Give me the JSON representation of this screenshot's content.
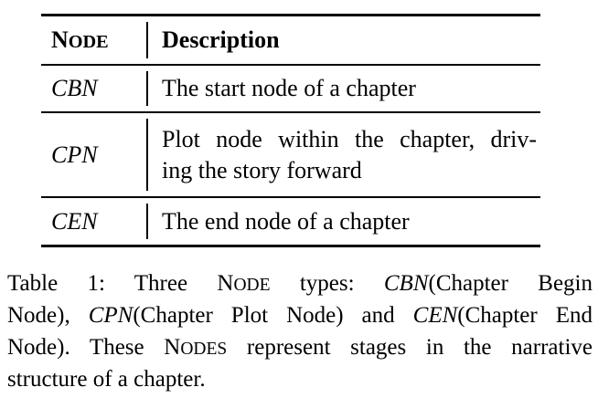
{
  "colors": {
    "text": "#000000",
    "rule": "#000000",
    "background": "#ffffff"
  },
  "table": {
    "header": {
      "node_sc_big": "N",
      "node_sc_small": "ODE",
      "description": "Description"
    },
    "rows": [
      {
        "abbr": "CBN",
        "lines": [
          "The start node of a chapter"
        ]
      },
      {
        "abbr": "CPN",
        "lines": [
          "Plot node within the chapter, driv-",
          "ing the story forward"
        ]
      },
      {
        "abbr": "CEN",
        "lines": [
          "The end node of a chapter"
        ]
      }
    ]
  },
  "caption": {
    "line1": {
      "a": "Table 1: Three ",
      "scBig": "N",
      "scSmall": "ODE",
      "b": " types: ",
      "abbr": "CBN",
      "c": "(Chapter Begin"
    },
    "line2": {
      "a": "Node), ",
      "abbr1": "CPN",
      "b": "(Chapter Plot Node) and ",
      "abbr2": "CEN",
      "c": "(Chapter End"
    },
    "line3": {
      "a": "Node). These ",
      "scBig": "N",
      "scSmall": "ODES",
      "b": " represent stages in the narrative"
    },
    "line4": {
      "a": "structure of a chapter."
    }
  }
}
